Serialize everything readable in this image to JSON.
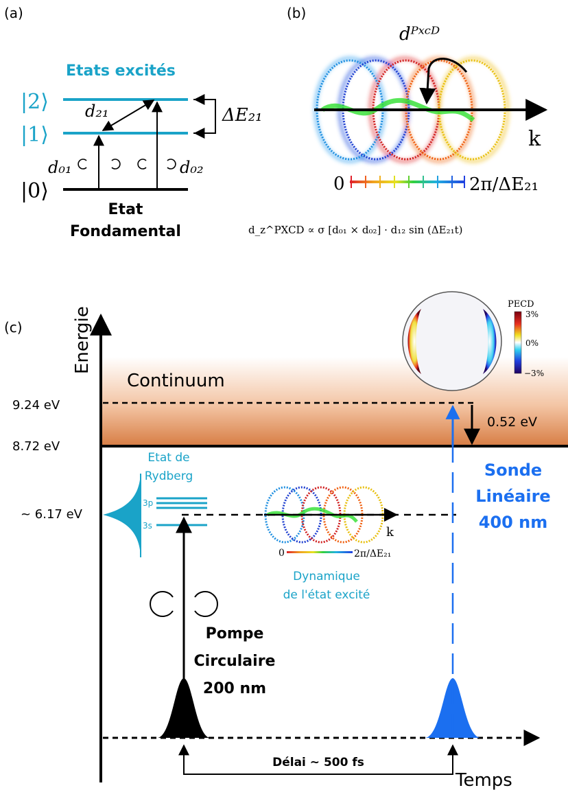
{
  "panel_a": {
    "label": "(a)",
    "excited_title": "Etats excités",
    "ket2": "|2⟩",
    "ket1": "|1⟩",
    "ket0": "|0⟩",
    "d21": "d₂₁",
    "d01": "d₀₁",
    "d02": "d₀₂",
    "delta_e21": "ΔE₂₁",
    "ground_line1": "Etat",
    "ground_line2": "Fondamental"
  },
  "panel_b": {
    "label": "(b)",
    "dpxcd": "dᴾˣᶜᴰ",
    "k": "k",
    "scale_zero": "0",
    "scale_end": "2π/ΔE₂₁",
    "formula": "d_z^PXCD ∝ σ [d₀₁ × d₀₂] · d₁₂ sin (ΔE₂₁t)"
  },
  "panel_c": {
    "label": "(c)",
    "y_axis": "Energie",
    "x_axis": "Temps",
    "continuum": "Continuum",
    "level_924": "9.24 eV",
    "level_872": "8.72 eV",
    "level_617": "~ 6.17 eV",
    "gap": "0.52 eV",
    "rydberg_line1": "Etat de",
    "rydberg_line2": "Rydberg",
    "orb_3p": "3p",
    "orb_3s": "3s",
    "probe_line1": "Sonde",
    "probe_line2": "Linéaire",
    "probe_line3": "400 nm",
    "pump_line1": "Pompe",
    "pump_line2": "Circulaire",
    "pump_line3": "200 nm",
    "dyn_line1": "Dynamique",
    "dyn_line2": "de l'état excité",
    "delay": "Délai ~ 500 fs",
    "inset_k": "k",
    "inset_zero": "0",
    "inset_end": "2π/ΔE₂₁",
    "pecd_title": "PECD",
    "pecd_max": "3%",
    "pecd_mid": "0%",
    "pecd_min": "−3%"
  },
  "colors": {
    "cyan": "#1aa3c8",
    "probe_blue": "#1b6ff0",
    "continuum_orange": "#d9824a"
  }
}
